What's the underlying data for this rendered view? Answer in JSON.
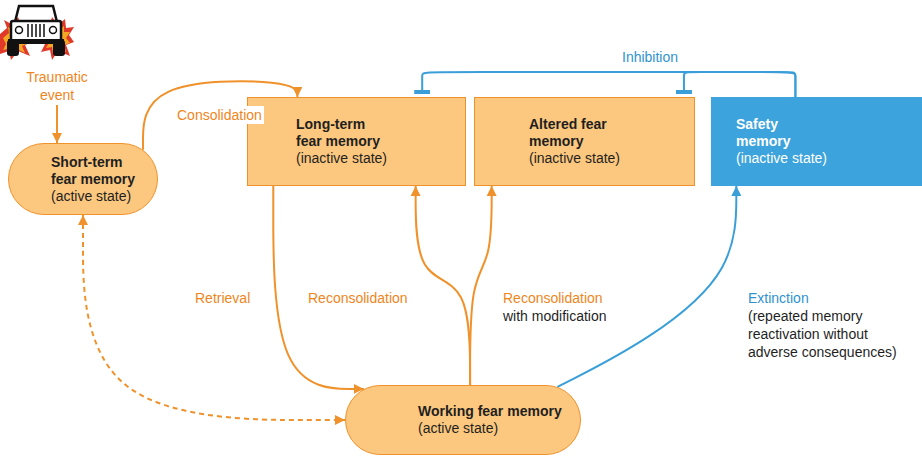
{
  "diagram": {
    "nodes": [
      {
        "text": [
          "Short-term fear memory",
          "(active state)"
        ]
      },
      {
        "text": [
          "Long-term fear memory",
          "(inactive state)"
        ]
      },
      {
        "text": [
          "Altered fear memory",
          "(inactive state)"
        ]
      },
      {
        "text": [
          "Safety memory",
          "(inactive state)"
        ]
      },
      {
        "text": [
          "Working fear memory",
          "(active state)"
        ]
      }
    ],
    "edges": [
      {
        "from": 0,
        "to": 1,
        "label": "Consolidation",
        "arrow": "to"
      },
      {
        "from": 1,
        "to": 4,
        "label": "Retrieval",
        "arrow": "to"
      },
      {
        "from": 4,
        "to": 1,
        "label": "Reconsolidation",
        "arrow": "to"
      },
      {
        "from": 4,
        "to": 2,
        "label": "Reconsolidation",
        "arrow": "to"
      },
      {
        "from": 4,
        "to": 3,
        "label": "Extinction",
        "arrow": "to"
      },
      {
        "from": 3,
        "to": 1,
        "label": "Inhibition",
        "arrow": "to"
      },
      {
        "from": 3,
        "to": 2,
        "arrow": "to"
      },
      {
        "from": 0,
        "to": 4,
        "arrow": "both"
      }
    ],
    "labels": [
      "Traumatic event",
      "with modification",
      "(repeated memory reactivation without adverse consequences)"
    ]
  }
}
